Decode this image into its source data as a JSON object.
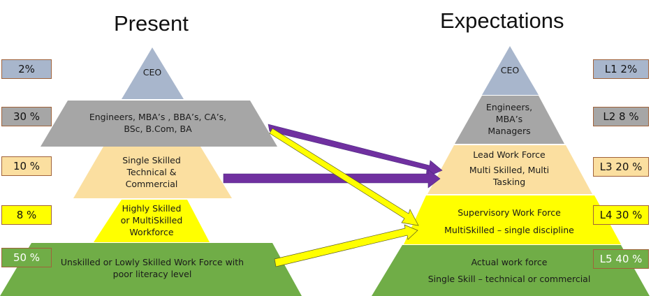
{
  "titles": {
    "present": "Present",
    "expectations": "Expectations"
  },
  "colors": {
    "level1": "#a8b6cc",
    "level2": "#a6a6a6",
    "level3": "#fbdfa0",
    "level4": "#ffff00",
    "level5": "#70ad47",
    "arrow_purple": "#7030a0",
    "arrow_yellow": "#ffff00",
    "badge_border": "#a0623a"
  },
  "present": {
    "tiers": [
      {
        "name": "ceo",
        "lines": [
          "CEO"
        ],
        "percent": "2%"
      },
      {
        "name": "engineers-mba",
        "lines": [
          "Engineers, MBA’s , BBA’s, CA’s,",
          "BSc, B.Com, BA"
        ],
        "percent": "30 %"
      },
      {
        "name": "single-skilled",
        "lines": [
          "Single Skilled",
          "Technical &",
          "Commercial"
        ],
        "percent": "10 %"
      },
      {
        "name": "highly-skilled",
        "lines": [
          "Highly Skilled",
          "or MultiSkilled",
          "Workforce"
        ],
        "percent": "8 %"
      },
      {
        "name": "unskilled",
        "lines": [
          "Unskilled or Lowly Skilled Work Force with",
          "poor literacy level"
        ],
        "percent": "50 %"
      }
    ]
  },
  "expectations": {
    "tiers": [
      {
        "name": "ceo",
        "lines": [
          "CEO"
        ],
        "level": "L1 2%"
      },
      {
        "name": "managers",
        "lines": [
          "Engineers,",
          "MBA’s",
          "Managers"
        ],
        "level": "L2 8 %"
      },
      {
        "name": "lead-work-force",
        "lines": [
          "Lead Work Force",
          "Multi Skilled, Multi",
          "Tasking"
        ],
        "level": "L3 20 %"
      },
      {
        "name": "supervisory-work-force",
        "lines": [
          "Supervisory Work Force",
          "MultiSkilled – single discipline"
        ],
        "level": "L4 30 %"
      },
      {
        "name": "actual-work-force",
        "lines": [
          "Actual work force",
          "Single Skill – technical or commercial"
        ],
        "level": "L5 40 %"
      }
    ]
  },
  "arrows": [
    {
      "from": "present.engineers-mba",
      "to": "expectations.lead-work-force",
      "color": "purple"
    },
    {
      "from": "present.single-skilled",
      "to": "expectations.lead-work-force",
      "color": "purple"
    },
    {
      "from": "present.engineers-mba",
      "to": "expectations.supervisory-work-force",
      "color": "yellow"
    },
    {
      "from": "present.unskilled",
      "to": "expectations.supervisory-work-force",
      "color": "yellow"
    }
  ]
}
